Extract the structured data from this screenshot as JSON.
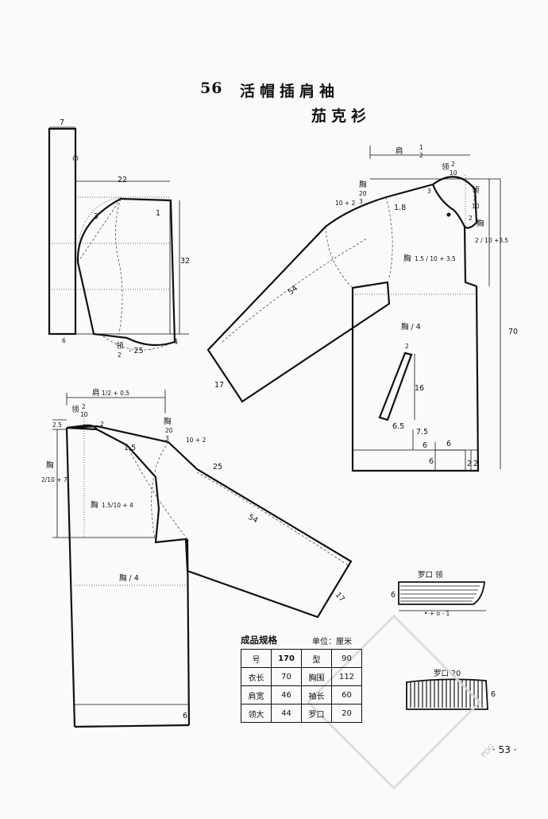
{
  "header": {
    "number": "56",
    "title": "活帽插肩袖",
    "subtitle": "茄克衫"
  },
  "page_number": "· 53 ·",
  "watermark": "PDG",
  "specs": {
    "title": "成品规格",
    "unit": "单位：厘米",
    "rows": [
      [
        "号",
        "170",
        "型",
        "90"
      ],
      [
        "衣长",
        "70",
        "胸围",
        "112"
      ],
      [
        "肩宽",
        "46",
        "袖长",
        "60"
      ],
      [
        "领大",
        "44",
        "罗口",
        "20"
      ]
    ]
  },
  "hood": {
    "top_width": "7",
    "width": "22",
    "notch": "1",
    "height": "32",
    "bottom_offset": "4",
    "small": "6",
    "curve": "3",
    "neck": "领",
    "neck_frac": "2",
    "neck_minus": "- 25"
  },
  "back_piece": {
    "shoulder": "肩",
    "shoulder_frac_num": "1",
    "shoulder_frac_den": "2",
    "neck": "领",
    "neck_num": "2",
    "neck_den": "10",
    "chest": "胸",
    "chest_num": "20",
    "chest_den": "3",
    "chest_plus": "10 + 2",
    "dist_18": "1.8",
    "num_3a": "3",
    "num_2a": "2",
    "chest_depth": "胸",
    "chest_depth_formula": "1.5 / 10 + 3.5",
    "chest_side_formula": "2 / 10 +3.5",
    "sleeve_length": "54",
    "cuff": "17",
    "length": "70",
    "chest_quarter": "胸 / 4",
    "pocket_2": "2",
    "pocket_16": "16",
    "pocket_65": "6.5",
    "dim_75": "7.5",
    "dim_6a": "6",
    "dim_6b": "6",
    "dim_6c": "6",
    "dim_2a": "2",
    "dim_2b": "2"
  },
  "front_piece": {
    "shoulder": "肩",
    "shoulder_formula": "1/2 + 0.5",
    "neck": "领",
    "neck_num": "2",
    "neck_den": "10",
    "dim_25": "2.5",
    "num_2": "2",
    "chest_side": "胸",
    "chest_side_formula": "2/10 + 7",
    "chest": "胸",
    "chest_num": "20",
    "chest_den": "3",
    "chest_plus": "10 + 2",
    "dim_15": "1.5",
    "dim_25b": "25",
    "chest_depth": "胸",
    "chest_depth_formula": "1.5/10 + 4",
    "sleeve_length": "54",
    "cuff": "17",
    "chest_quarter": "胸 / 4",
    "hem": "6"
  },
  "collar": {
    "label": "罗口 领",
    "height": "6",
    "length": "• + o - 1"
  },
  "cuff_band": {
    "label": "罗口 20",
    "height": "6"
  }
}
